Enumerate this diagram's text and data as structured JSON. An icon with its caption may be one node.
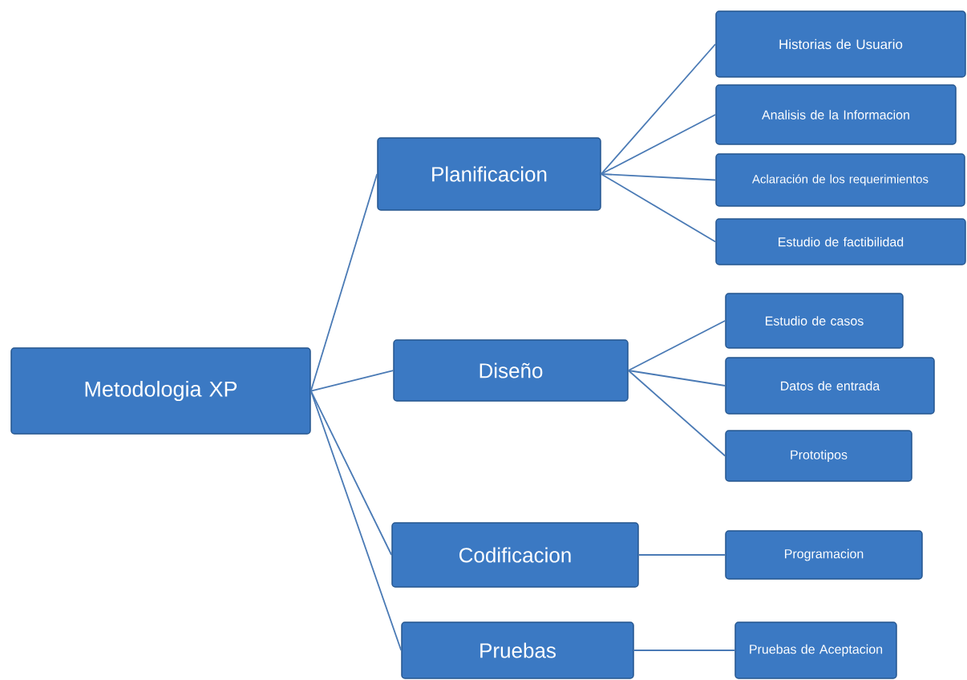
{
  "diagram": {
    "nodes": [
      {
        "text": [
          "Metodologia XP"
        ]
      },
      {
        "text": [
          "Planificacion"
        ]
      },
      {
        "text": [
          "Diseño"
        ]
      },
      {
        "text": [
          "Codificacion"
        ]
      },
      {
        "text": [
          "Pruebas"
        ]
      },
      {
        "text": [
          "Historias de Usuario"
        ]
      },
      {
        "text": [
          "Analisis de la Informacion"
        ]
      },
      {
        "text": [
          "Aclaración de los requerimientos"
        ]
      },
      {
        "text": [
          "Estudio de factibilidad"
        ]
      },
      {
        "text": [
          "Estudio de casos"
        ]
      },
      {
        "text": [
          "Datos de entrada"
        ]
      },
      {
        "text": [
          "Prototipos"
        ]
      },
      {
        "text": [
          "Programacion"
        ]
      },
      {
        "text": [
          "Pruebas de Aceptacion"
        ]
      }
    ],
    "edges": [
      {
        "from": 0,
        "to": 1,
        "arrow": "none"
      },
      {
        "from": 0,
        "to": 2,
        "arrow": "none"
      },
      {
        "from": 0,
        "to": 3,
        "arrow": "none"
      },
      {
        "from": 0,
        "to": 4,
        "arrow": "none"
      },
      {
        "from": 1,
        "to": 5,
        "arrow": "none"
      },
      {
        "from": 1,
        "to": 6,
        "arrow": "none"
      },
      {
        "from": 1,
        "to": 7,
        "arrow": "none"
      },
      {
        "from": 1,
        "to": 8,
        "arrow": "none"
      },
      {
        "from": 2,
        "to": 9,
        "arrow": "none"
      },
      {
        "from": 2,
        "to": 10,
        "arrow": "none"
      },
      {
        "from": 2,
        "to": 11,
        "arrow": "none"
      },
      {
        "from": 3,
        "to": 12,
        "arrow": "none"
      },
      {
        "from": 4,
        "to": 13,
        "arrow": "none"
      }
    ]
  }
}
